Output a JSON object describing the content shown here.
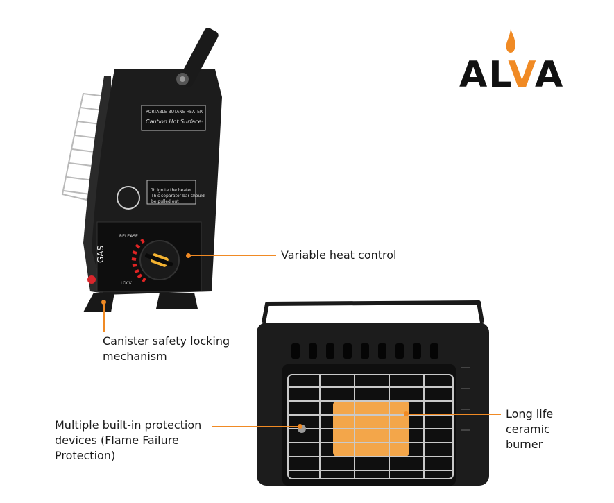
{
  "brand": {
    "name_prefix": "AL",
    "name_accent": "V",
    "name_suffix": "A",
    "accent_color": "#f08a24",
    "icon": "flame-icon"
  },
  "heater_side": {
    "plate_line1": "PORTABLE BUTANE HEATER",
    "plate_line2": "Caution Hot Surface!",
    "ignite_line1": "To ignite the heater",
    "ignite_line2": "This separator bar should",
    "ignite_line3": "be pulled out",
    "gas_label": "GAS",
    "release_label": "RELEASE",
    "lock_label": "LOCK"
  },
  "callouts": {
    "heat_control": "Variable heat control",
    "canister_line1": "Canister safety locking",
    "canister_line2": "mechanism",
    "protection_line1": "Multiple built-in protection",
    "protection_line2": "devices (Flame Failure",
    "protection_line3": "Protection)",
    "burner_line1": "Long life",
    "burner_line2": "ceramic",
    "burner_line3": "burner"
  },
  "colors": {
    "callout_line": "#f08a24",
    "heater_body": "#1c1c1c",
    "burner": "#f3a64a"
  }
}
